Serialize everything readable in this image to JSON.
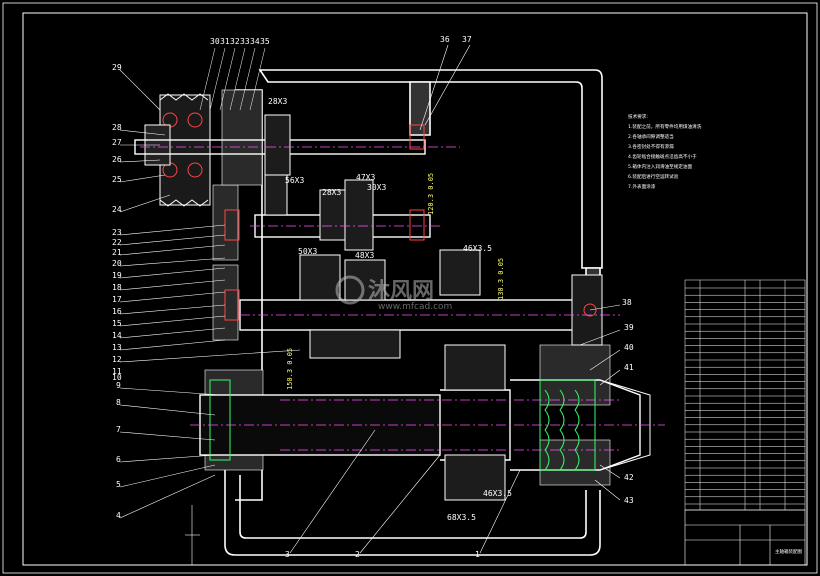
{
  "watermark": {
    "main": "沐风网",
    "sub": "www.mfcad.com"
  },
  "part_labels_left": [
    "29",
    "28",
    "27",
    "26",
    "25",
    "24",
    "23",
    "22",
    "21",
    "20",
    "19",
    "18",
    "17",
    "16",
    "15",
    "14",
    "13",
    "12",
    "11",
    "10",
    "9",
    "8",
    "7",
    "6",
    "5",
    "4"
  ],
  "part_labels_top": [
    "30",
    "31",
    "32",
    "33",
    "34",
    "35",
    "36",
    "37"
  ],
  "part_labels_right": [
    "38",
    "39",
    "40",
    "41",
    "42",
    "43"
  ],
  "part_labels_bottom": [
    "3",
    "2",
    "1"
  ],
  "gear_labels": [
    "28X3",
    "56X3",
    "28X3",
    "47X3",
    "30X3",
    "50X3",
    "48X3",
    "46X3.5",
    "68X3.5",
    "46X3.5"
  ],
  "dimension_labels": [
    "120.3 0.05",
    "130.3 0.05",
    "150.3 0.05"
  ],
  "tech_notes": [
    "技术要求:",
    "1.装配之前，所有零件均用煤油清洗",
    "2.各轴承间隙调整适当",
    "3.各密封处不得有渗漏",
    "4.齿轮啮合接触斑点沿齿高不小于",
    "5.箱体内注入润滑油至规定油面",
    "6.装配后进行空运转试验",
    "7.外表面涂漆"
  ],
  "title_block": {
    "drawing_name": "主轴箱装配图"
  }
}
